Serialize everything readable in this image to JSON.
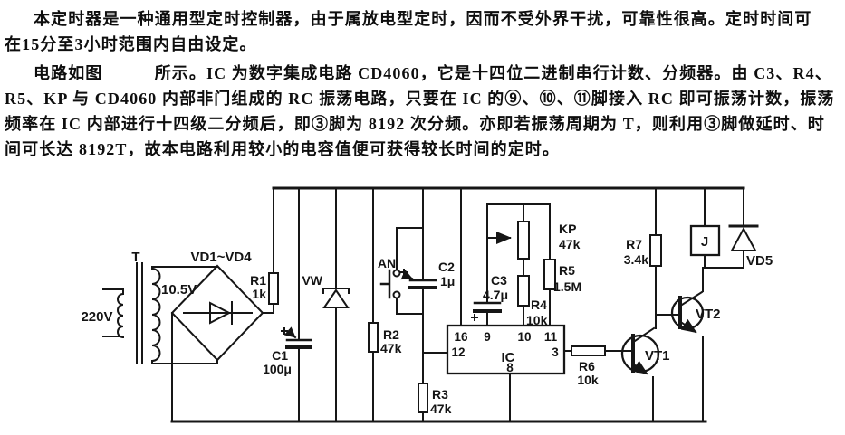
{
  "article": {
    "lines": [
      "本定时器是一种通用型定时控制器，由于属放电型定时，因而不受外界干扰，可靠性很高。定时时间可",
      "在15分至3小时范围内自由设定。",
      "电路如图　　　所示。IC 为数字集成电路 CD4060，它是十四位二进制串行计数、分频器。由 C3、R4、",
      "R5、KP 与 CD4060 内部非门组成的 RC 振荡电路，只要在 IC 的⑨、⑩、⑪脚接入 RC 即可振荡计数，振荡",
      "频率在 IC 内部进行十四级二分频后，即③脚为 8192 次分频。亦即若振荡周期为 T，则利用③脚做延时、时",
      "间可长达 8192T，故本电路利用较小的电容值便可获得较长时间的定时。"
    ]
  },
  "circuit": {
    "transformer": {
      "ref": "T",
      "primary": "220V",
      "secondary": "10.5V"
    },
    "bridge": {
      "ref": "VD1~VD4"
    },
    "r1": {
      "ref": "R1",
      "value": "1k"
    },
    "c1": {
      "ref": "C1",
      "value": "100μ"
    },
    "vw": {
      "ref": "VW"
    },
    "r2": {
      "ref": "R2",
      "value": "47k"
    },
    "an": {
      "ref": "AN"
    },
    "c2": {
      "ref": "C2",
      "value": "1μ"
    },
    "c3": {
      "ref": "C3",
      "value": "4.7μ"
    },
    "kp": {
      "ref": "KP",
      "value": "47k"
    },
    "r5": {
      "ref": "R5",
      "value": "1.5M"
    },
    "r4": {
      "ref": "R4",
      "value": "10k"
    },
    "r3": {
      "ref": "R3",
      "value": "47k"
    },
    "r6": {
      "ref": "R6",
      "value": "10k"
    },
    "r7": {
      "ref": "R7",
      "value": "3.4k"
    },
    "vt1": {
      "ref": "VT1"
    },
    "vt2": {
      "ref": "VT2"
    },
    "relay": {
      "ref": "J"
    },
    "vd5": {
      "ref": "VD5"
    },
    "ic": {
      "ref": "IC",
      "pins": {
        "p16": "16",
        "p9": "9",
        "p10": "10",
        "p11": "11",
        "p12": "12",
        "p3": "3",
        "p8": "8"
      }
    }
  }
}
